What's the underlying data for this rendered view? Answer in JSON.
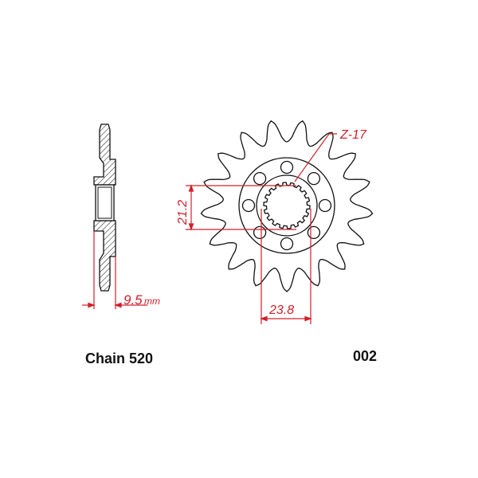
{
  "diagram": {
    "teeth_label": "Z-17",
    "spline_diameter_label": "21.2",
    "bolt_spacing_label": "23.8",
    "thickness_value": "9.5",
    "thickness_unit": "mm",
    "teeth_count": 17,
    "bolt_holes": 8,
    "colors": {
      "outline": "#111111",
      "dimension": "#d0202a"
    }
  },
  "footer": {
    "chain": "Chain 520",
    "part_number": "002"
  }
}
